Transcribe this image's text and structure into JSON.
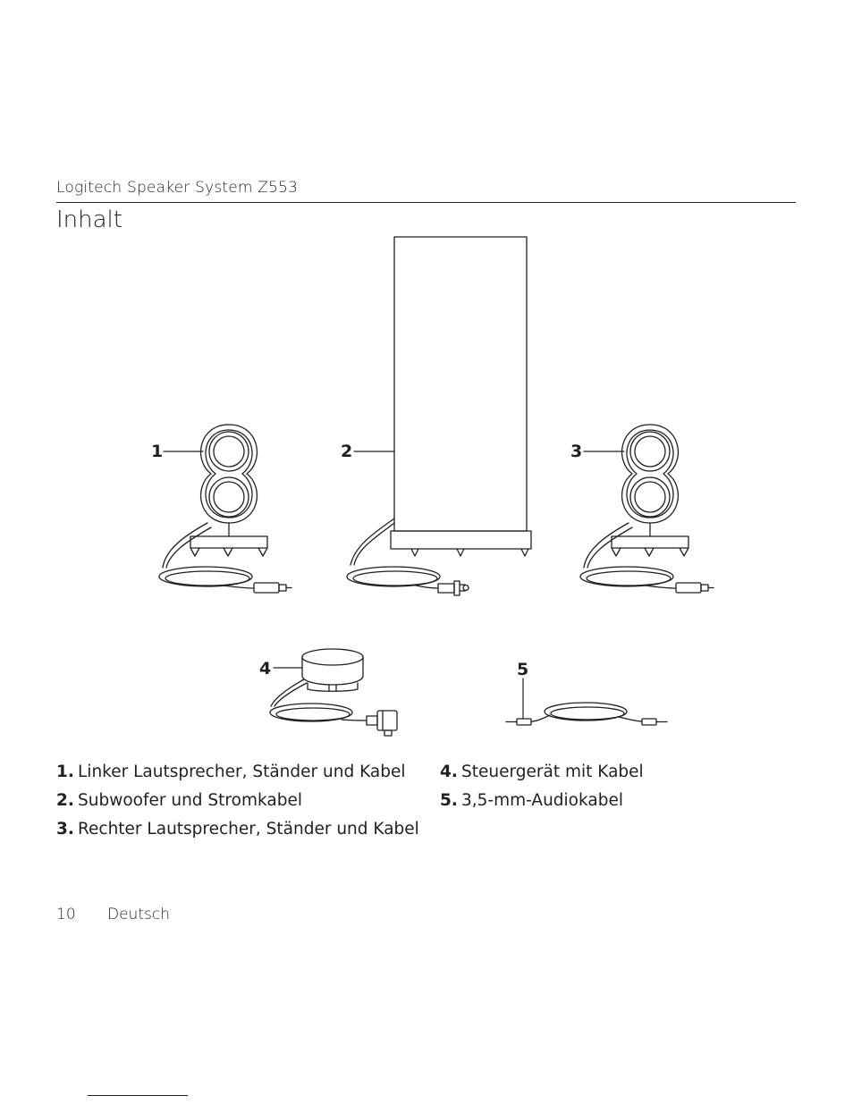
{
  "header": {
    "title": "Logitech Speaker System Z553"
  },
  "section": {
    "title": "Inhalt"
  },
  "callouts": [
    "1",
    "2",
    "3",
    "4",
    "5"
  ],
  "items_left": [
    {
      "num": "1.",
      "label": "Linker Lautsprecher, Ständer und Kabel"
    },
    {
      "num": "2.",
      "label": "Subwoofer und Stromkabel"
    },
    {
      "num": "3.",
      "label": "Rechter Lautsprecher, Ständer und Kabel"
    }
  ],
  "items_right": [
    {
      "num": "4.",
      "label": "Steuergerät mit Kabel"
    },
    {
      "num": "5.",
      "label": "3,5-mm-Audiokabel"
    }
  ],
  "footer": {
    "page_number": "10",
    "language": "Deutsch"
  }
}
